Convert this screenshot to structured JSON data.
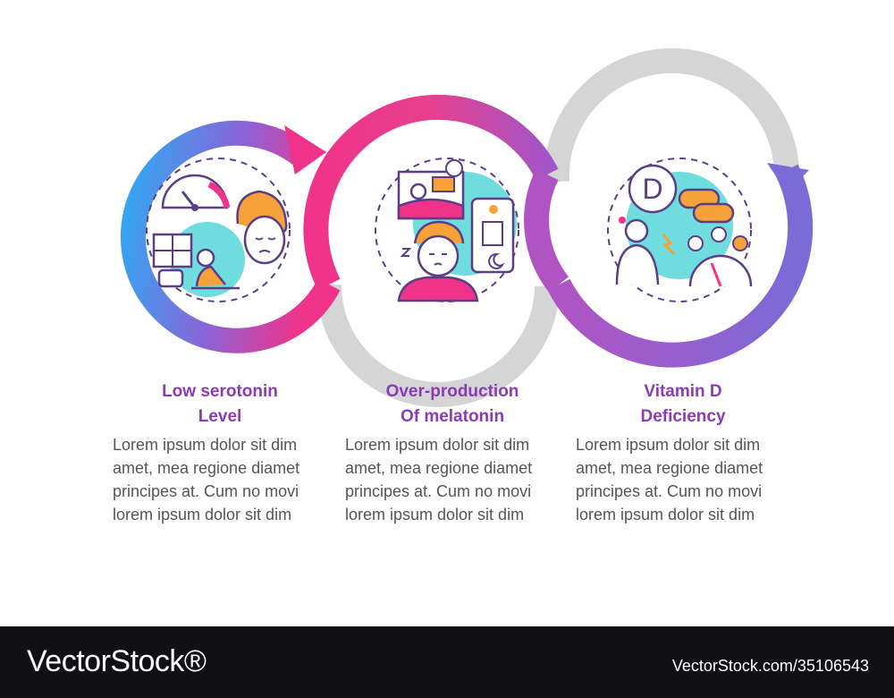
{
  "steps": [
    {
      "title": "Low serotonin\nLevel",
      "description": "Lorem ipsum dolor sit dim\namet, mea regione diamet\nprincipes at. Cum no movi\nlorem ipsum dolor sit dim",
      "icon": "depression-icon"
    },
    {
      "title": "Over-production\nOf melatonin",
      "description": "Lorem ipsum dolor sit dim\namet, mea regione diamet\nprincipes at. Cum no movi\nlorem ipsum dolor sit dim",
      "icon": "sleepiness-icon"
    },
    {
      "title": "Vitamin D\nDeficiency",
      "description": "Lorem ipsum dolor sit dim\namet, mea regione diamet\nprincipes at. Cum no movi\nlorem ipsum dolor sit dim",
      "icon": "vitamin-d-icon"
    }
  ],
  "illustration": {
    "vitamin_letter": "D"
  },
  "footer": {
    "logo": "VectorStock®",
    "image_id": "VectorStock.com/35106543"
  },
  "colors": {
    "title": "#8a3bb5",
    "ring_blue": "#2fa9f4",
    "ring_pink": "#f0338a",
    "ring_purple": "#8a5fd0",
    "ring_gray": "#d5d5d5",
    "teal_blob": "#6fdcde",
    "orange_accent": "#f7a13b",
    "line": "#5b3f86"
  }
}
